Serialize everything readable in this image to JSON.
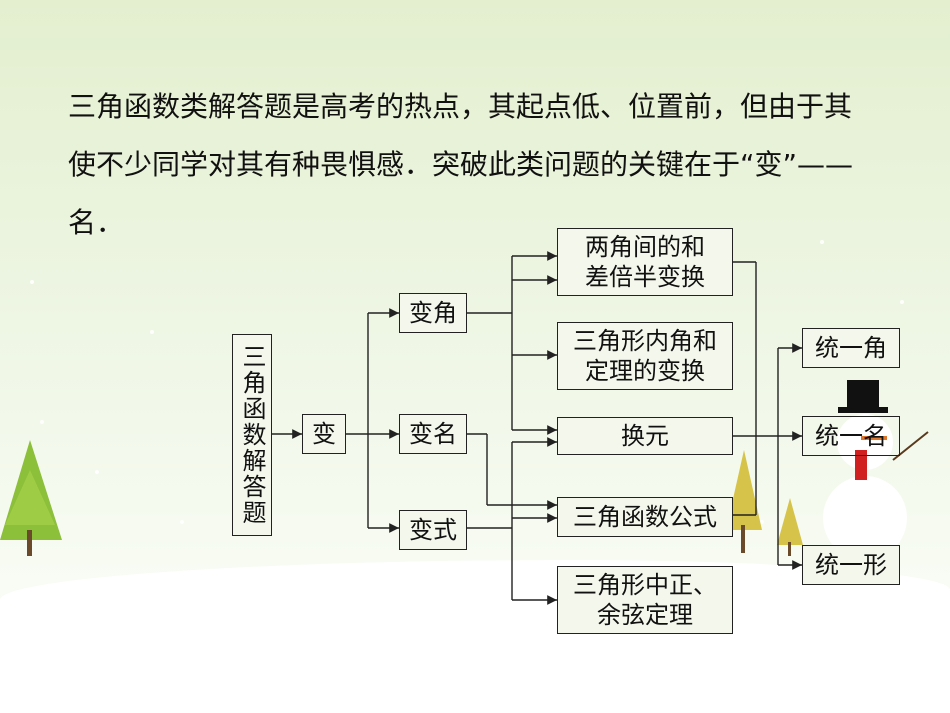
{
  "intro": {
    "line1": "三角函数类解答题是高考的热点，其起点低、位置前，但由于其",
    "line2": "使不少同学对其有种畏惧感．突破此类问题的关键在于“变”——",
    "line3": "名．"
  },
  "diagram": {
    "root": "三角函数解答题",
    "bian": "变",
    "bian_jiao": "变角",
    "bian_ming": "变名",
    "bian_shi": "变式",
    "liang_jiao": "两角间的和差倍半变换",
    "nei_jiao": "三角形内角和定理的变换",
    "huan_yuan": "换元",
    "gong_shi": "三角函数公式",
    "zheng_yu": "三角形中正、余弦定理",
    "tongyi_jiao": "统一角",
    "tongyi_ming": "统一名",
    "tongyi_xing": "统一形"
  }
}
